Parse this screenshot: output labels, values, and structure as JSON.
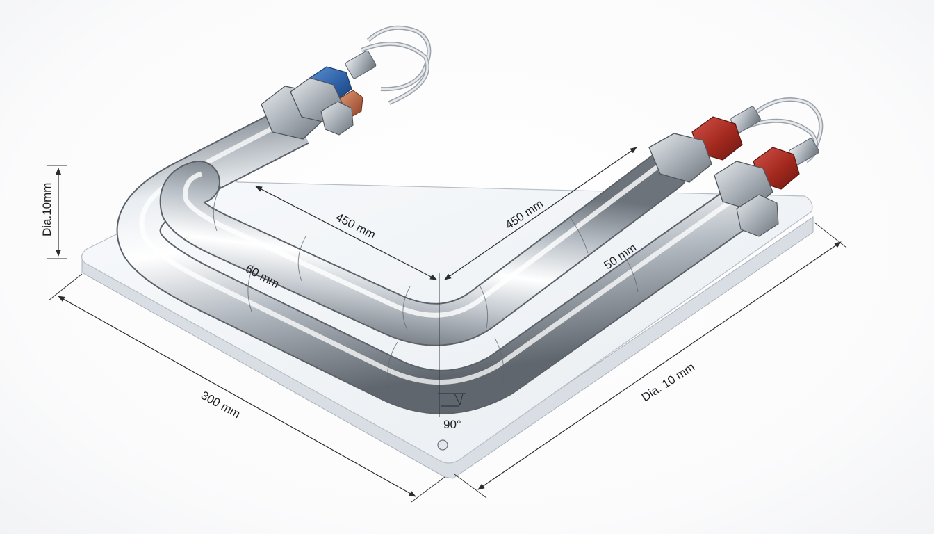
{
  "dimensions": {
    "left_diameter": "Dia.10mm",
    "inner_length": "450 mm",
    "outer_length": "450 mm",
    "inner_gap": "60 mm",
    "pipe_spacing": "50 mm",
    "base_width": "300 mm",
    "right_diameter": "Dia. 10 mm",
    "bend_angle": "90°"
  },
  "colors": {
    "pipe_light": "#f4f6f8",
    "pipe_mid": "#b9c0c7",
    "pipe_dark": "#6b737b",
    "base_top": "#f3f5f8",
    "base_edge": "#d5dae0",
    "nut_blue": "#2e62a8",
    "nut_red": "#a3291e",
    "nut_copper": "#b25a3a",
    "wire": "#c9ced3"
  }
}
